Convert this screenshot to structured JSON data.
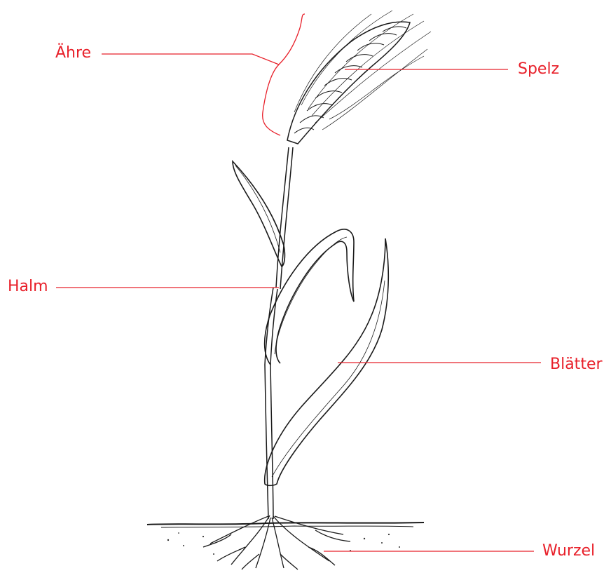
{
  "diagram": {
    "label_color": "#e8202a",
    "line_color": "#1a1a1a",
    "labels": {
      "ahre": "Ähre",
      "spelz": "Spelz",
      "halm": "Halm",
      "blatter": "Blätter",
      "wurzel": "Wurzel"
    }
  }
}
